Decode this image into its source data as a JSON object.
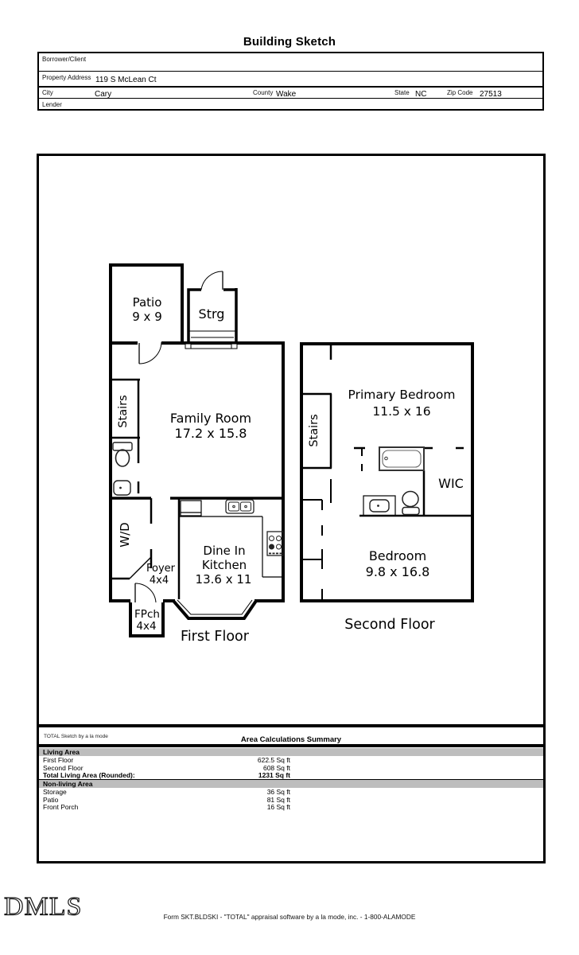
{
  "title": "Building Sketch",
  "form": {
    "borrower_label": "Borrower/Client",
    "property_address_label": "Property Address",
    "property_address": "119 S McLean Ct",
    "city_label": "City",
    "city": "Cary",
    "county_label": "County",
    "county": "Wake",
    "state_label": "State",
    "state": "NC",
    "zip_label": "Zip Code",
    "zip": "27513",
    "lender_label": "Lender"
  },
  "sketch": {
    "first_floor": {
      "patio": "Patio",
      "patio_dims": "9 x 9",
      "storage": "Strg",
      "stairs": "Stairs",
      "family_room": "Family Room",
      "family_room_dims": "17.2 x 15.8",
      "washer_dryer": "W/D",
      "foyer": "Foyer",
      "foyer_dims": "4x4",
      "kitchen_line1": "Dine In",
      "kitchen_line2": "Kitchen",
      "kitchen_dims": "13.6 x 11",
      "front_porch": "FPch",
      "front_porch_dims": "4x4",
      "floor_label": "First Floor"
    },
    "second_floor": {
      "stairs": "Stairs",
      "primary_bedroom": "Primary Bedroom",
      "primary_bedroom_dims": "11.5 x 16",
      "wic": "WIC",
      "bedroom": "Bedroom",
      "bedroom_dims": "9.8 x 16.8",
      "floor_label": "Second Floor"
    }
  },
  "summary": {
    "watermark": "TOTAL Sketch by a la mode",
    "title": "Area Calculations Summary",
    "living_band": "Living Area",
    "living_rows": [
      {
        "label": "First Floor",
        "value": "622.5 Sq ft"
      },
      {
        "label": "Second Floor",
        "value": "608 Sq ft"
      },
      {
        "label": "Total Living Area (Rounded):",
        "value": "1231 Sq ft"
      }
    ],
    "nonliving_band": "Non-living Area",
    "nonliving_rows": [
      {
        "label": "Storage",
        "value": "36 Sq ft"
      },
      {
        "label": "Patio",
        "value": "81 Sq ft"
      },
      {
        "label": "Front Porch",
        "value": "16 Sq ft"
      }
    ]
  },
  "footer": {
    "logo": "DMLS",
    "form_id": "Form SKT.BLDSKI - \"TOTAL\" appraisal software by a la mode, inc. - 1-800-ALAMODE"
  }
}
